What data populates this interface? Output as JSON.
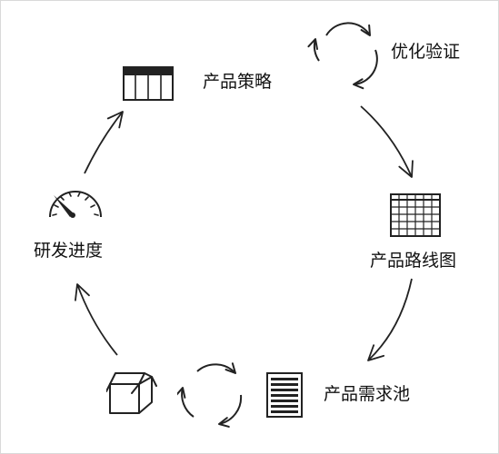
{
  "diagram": {
    "nodes": {
      "strategy": {
        "label": "产品策略",
        "icon": "table-icon"
      },
      "validation": {
        "label": "优化验证",
        "icon": "cycle-arrows-icon"
      },
      "roadmap": {
        "label": "产品路线图",
        "icon": "grid-icon"
      },
      "backlog": {
        "label": "产品需求池",
        "icon": "list-stack-icon"
      },
      "box": {
        "icon": "box-icon"
      },
      "iteration": {
        "icon": "cycle-arrows-icon"
      },
      "progress": {
        "label": "研发进度",
        "icon": "gauge-icon"
      }
    },
    "colors": {
      "stroke": "#222222",
      "text": "#111111",
      "background": "#ffffff"
    }
  }
}
